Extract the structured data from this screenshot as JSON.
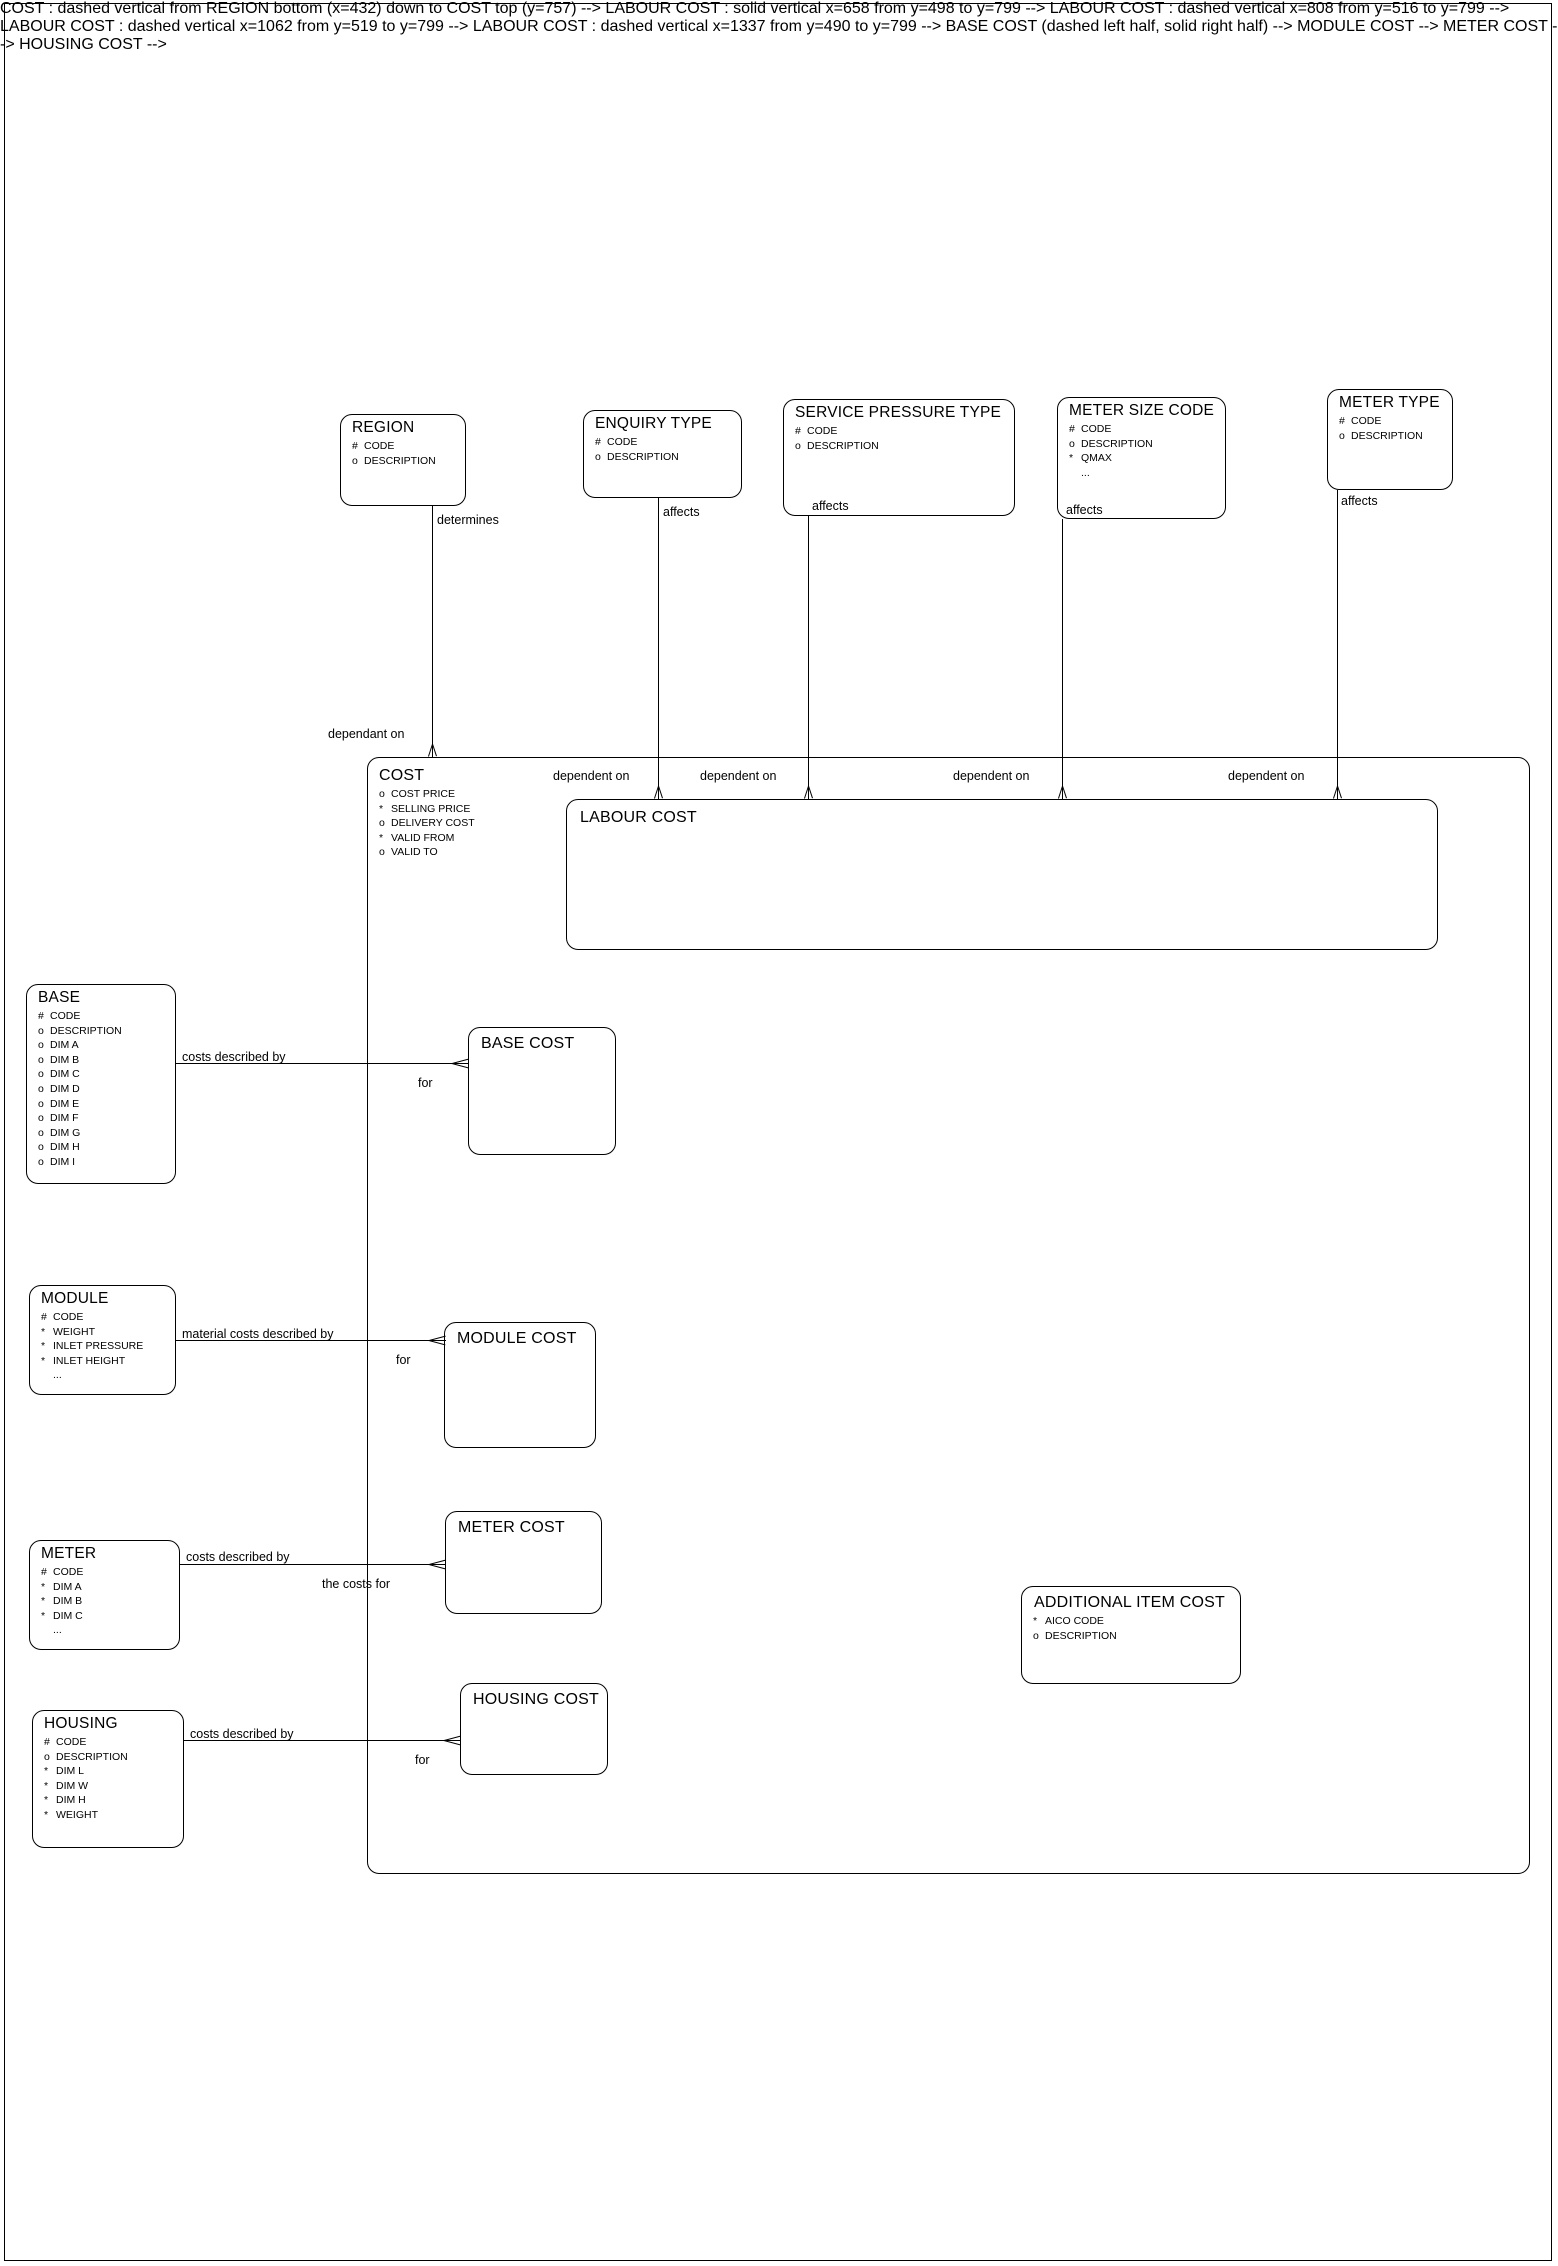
{
  "diagram": {
    "type": "entity-relationship-diagram",
    "notation": "barker",
    "markers": {
      "primary_key": "#",
      "mandatory": "*",
      "optional": "o",
      "more": "..."
    }
  },
  "entities": [
    {
      "id": "region",
      "name": "REGION",
      "attributes": [
        {
          "marker": "#",
          "label": "CODE"
        },
        {
          "marker": "o",
          "label": "DESCRIPTION"
        }
      ]
    },
    {
      "id": "enquiry_type",
      "name": "ENQUIRY TYPE",
      "attributes": [
        {
          "marker": "#",
          "label": "CODE"
        },
        {
          "marker": "o",
          "label": "DESCRIPTION"
        }
      ]
    },
    {
      "id": "service_pressure_type",
      "name": "SERVICE PRESSURE TYPE",
      "attributes": [
        {
          "marker": "#",
          "label": "CODE"
        },
        {
          "marker": "o",
          "label": "DESCRIPTION"
        }
      ]
    },
    {
      "id": "meter_size_code",
      "name": "METER SIZE CODE",
      "attributes": [
        {
          "marker": "#",
          "label": "CODE"
        },
        {
          "marker": "o",
          "label": "DESCRIPTION"
        },
        {
          "marker": "*",
          "label": "QMAX"
        },
        {
          "marker": "",
          "label": "..."
        }
      ]
    },
    {
      "id": "meter_type",
      "name": "METER TYPE",
      "attributes": [
        {
          "marker": "#",
          "label": "CODE"
        },
        {
          "marker": "o",
          "label": "DESCRIPTION"
        }
      ]
    },
    {
      "id": "cost",
      "name": "COST",
      "attributes": [
        {
          "marker": "o",
          "label": "COST PRICE"
        },
        {
          "marker": "*",
          "label": "SELLING PRICE"
        },
        {
          "marker": "o",
          "label": "DELIVERY COST"
        },
        {
          "marker": "*",
          "label": "VALID FROM"
        },
        {
          "marker": "o",
          "label": "VALID TO"
        }
      ]
    },
    {
      "id": "labour_cost",
      "name": "LABOUR COST",
      "attributes": []
    },
    {
      "id": "base",
      "name": "BASE",
      "attributes": [
        {
          "marker": "#",
          "label": "CODE"
        },
        {
          "marker": "o",
          "label": "DESCRIPTION"
        },
        {
          "marker": "o",
          "label": "DIM A"
        },
        {
          "marker": "o",
          "label": "DIM B"
        },
        {
          "marker": "o",
          "label": "DIM C"
        },
        {
          "marker": "o",
          "label": "DIM D"
        },
        {
          "marker": "o",
          "label": "DIM E"
        },
        {
          "marker": "o",
          "label": "DIM F"
        },
        {
          "marker": "o",
          "label": "DIM G"
        },
        {
          "marker": "o",
          "label": "DIM H"
        },
        {
          "marker": "o",
          "label": "DIM I"
        }
      ]
    },
    {
      "id": "module",
      "name": "MODULE",
      "attributes": [
        {
          "marker": "#",
          "label": "CODE"
        },
        {
          "marker": "*",
          "label": "WEIGHT"
        },
        {
          "marker": "*",
          "label": "INLET PRESSURE"
        },
        {
          "marker": "*",
          "label": "INLET HEIGHT"
        },
        {
          "marker": "",
          "label": "..."
        }
      ]
    },
    {
      "id": "meter",
      "name": "METER",
      "attributes": [
        {
          "marker": "#",
          "label": "CODE"
        },
        {
          "marker": "*",
          "label": "DIM A"
        },
        {
          "marker": "*",
          "label": "DIM B"
        },
        {
          "marker": "*",
          "label": "DIM C"
        },
        {
          "marker": "",
          "label": "..."
        }
      ]
    },
    {
      "id": "housing",
      "name": "HOUSING",
      "attributes": [
        {
          "marker": "#",
          "label": "CODE"
        },
        {
          "marker": "o",
          "label": "DESCRIPTION"
        },
        {
          "marker": "*",
          "label": "DIM L"
        },
        {
          "marker": "*",
          "label": "DIM W"
        },
        {
          "marker": "*",
          "label": "DIM H"
        },
        {
          "marker": "*",
          "label": "WEIGHT"
        }
      ]
    },
    {
      "id": "base_cost",
      "name": "BASE COST",
      "attributes": []
    },
    {
      "id": "module_cost",
      "name": "MODULE COST",
      "attributes": []
    },
    {
      "id": "meter_cost",
      "name": "METER COST",
      "attributes": []
    },
    {
      "id": "housing_cost",
      "name": "HOUSING COST",
      "attributes": []
    },
    {
      "id": "additional_item_cost",
      "name": "ADDITIONAL ITEM COST",
      "attributes": [
        {
          "marker": "*",
          "label": "AICO CODE"
        },
        {
          "marker": "o",
          "label": "DESCRIPTION"
        }
      ]
    }
  ],
  "relationship_labels": {
    "region_determines": "determines",
    "enquiry_affects": "affects",
    "service_pressure_affects": "affects",
    "meter_size_affects": "affects",
    "meter_type_affects": "affects",
    "cost_dependant_on": "dependant on",
    "labour_dependent_on_1": "dependent on",
    "labour_dependent_on_2": "dependent on",
    "labour_dependent_on_3": "dependent on",
    "labour_dependent_on_4": "dependent on",
    "base_costs_described_by": "costs described by",
    "base_for": "for",
    "module_material_costs_described_by": "material costs described by",
    "module_for": "for",
    "meter_costs_described_by": "costs described by",
    "meter_the_costs_for": "the costs for",
    "housing_costs_described_by": "costs described by",
    "housing_for": "for"
  },
  "colors": {
    "line": "#000000",
    "background": "#ffffff",
    "text": "#000000"
  }
}
